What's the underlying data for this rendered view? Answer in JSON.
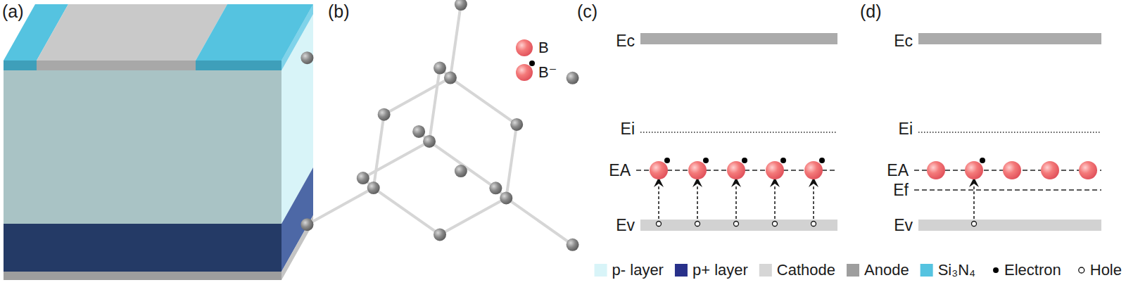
{
  "diagram": {
    "labels": [
      "(a)",
      "(b)",
      "(c)",
      "Ec",
      "Ei",
      "EA",
      "Ev",
      "(d)",
      "Ec",
      "Ei",
      "EA",
      "Ef",
      "Ev"
    ],
    "legend": [
      {
        "text": "B"
      },
      {
        "text": "B⁻"
      },
      {
        "text": "p- layer",
        "color": "#d8f4f8"
      },
      {
        "text": "p+ layer",
        "color": "#28308a"
      },
      {
        "text": "Cathode",
        "color": "#d6d6d6"
      },
      {
        "text": "Anode",
        "color": "#9e9e9e"
      },
      {
        "text": "Si₃N₄",
        "color": "#55c3e0"
      },
      {
        "text": "Electron"
      },
      {
        "text": "Hole"
      }
    ]
  }
}
